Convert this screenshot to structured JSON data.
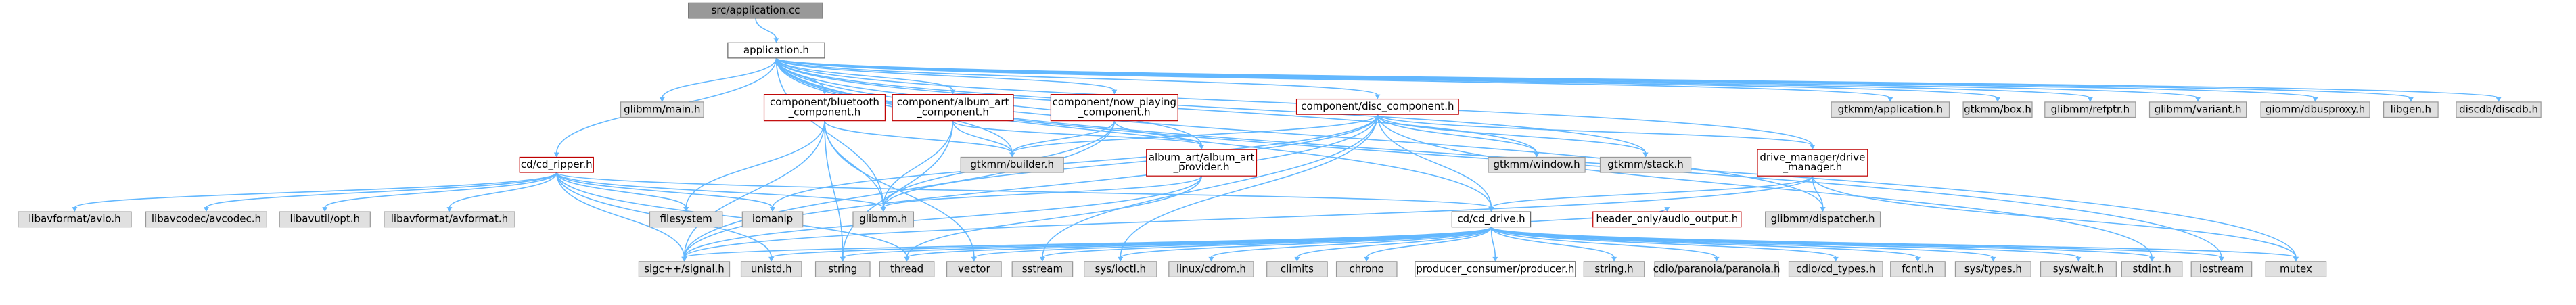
{
  "title_label": "src/application.cc",
  "colors": {
    "edge": "#63b8ff",
    "root_fill": "#999999",
    "local_fill": "#ffffff",
    "local_stroke": "#bf0000",
    "external_fill": "#e0e0e0",
    "external_stroke": "#999999",
    "plain_stroke": "#666666",
    "background": "#ffffff"
  },
  "nodes": [
    {
      "id": "root",
      "lines": [
        "src/application.cc"
      ],
      "kind": "root"
    },
    {
      "id": "app",
      "lines": [
        "application.h"
      ],
      "kind": "plain"
    },
    {
      "id": "glibmm_main",
      "lines": [
        "glibmm/main.h"
      ],
      "kind": "external"
    },
    {
      "id": "comp_bt",
      "lines": [
        "component/bluetooth",
        "_component.h"
      ],
      "kind": "local"
    },
    {
      "id": "comp_album",
      "lines": [
        "component/album_art",
        "_component.h"
      ],
      "kind": "local"
    },
    {
      "id": "comp_now",
      "lines": [
        "component/now_playing",
        "_component.h"
      ],
      "kind": "local"
    },
    {
      "id": "comp_disc",
      "lines": [
        "component/disc_component.h"
      ],
      "kind": "local"
    },
    {
      "id": "gtk_app",
      "lines": [
        "gtkmm/application.h"
      ],
      "kind": "external"
    },
    {
      "id": "gtk_box",
      "lines": [
        "gtkmm/box.h"
      ],
      "kind": "external"
    },
    {
      "id": "glib_refptr",
      "lines": [
        "glibmm/refptr.h"
      ],
      "kind": "external"
    },
    {
      "id": "glib_variant",
      "lines": [
        "glibmm/variant.h"
      ],
      "kind": "external"
    },
    {
      "id": "giomm_dbus",
      "lines": [
        "giomm/dbusproxy.h"
      ],
      "kind": "external"
    },
    {
      "id": "libgen",
      "lines": [
        "libgen.h"
      ],
      "kind": "external"
    },
    {
      "id": "discdb",
      "lines": [
        "discdb/discdb.h"
      ],
      "kind": "external"
    },
    {
      "id": "cd_ripper",
      "lines": [
        "cd/cd_ripper.h"
      ],
      "kind": "local"
    },
    {
      "id": "gtk_builder",
      "lines": [
        "gtkmm/builder.h"
      ],
      "kind": "external"
    },
    {
      "id": "album_provider",
      "lines": [
        "album_art/album_art",
        "_provider.h"
      ],
      "kind": "local"
    },
    {
      "id": "gtk_window",
      "lines": [
        "gtkmm/window.h"
      ],
      "kind": "external"
    },
    {
      "id": "gtk_stack",
      "lines": [
        "gtkmm/stack.h"
      ],
      "kind": "external"
    },
    {
      "id": "drive_mgr",
      "lines": [
        "drive_manager/drive",
        "_manager.h"
      ],
      "kind": "local"
    },
    {
      "id": "avio",
      "lines": [
        "libavformat/avio.h"
      ],
      "kind": "external"
    },
    {
      "id": "avcodec",
      "lines": [
        "libavcodec/avcodec.h"
      ],
      "kind": "external"
    },
    {
      "id": "avutil_opt",
      "lines": [
        "libavutil/opt.h"
      ],
      "kind": "external"
    },
    {
      "id": "avformat",
      "lines": [
        "libavformat/avformat.h"
      ],
      "kind": "external"
    },
    {
      "id": "filesystem",
      "lines": [
        "filesystem"
      ],
      "kind": "external"
    },
    {
      "id": "iomanip",
      "lines": [
        "iomanip"
      ],
      "kind": "external"
    },
    {
      "id": "glibmm",
      "lines": [
        "glibmm.h"
      ],
      "kind": "external"
    },
    {
      "id": "cd_drive",
      "lines": [
        "cd/cd_drive.h"
      ],
      "kind": "plain"
    },
    {
      "id": "audio_output",
      "lines": [
        "header_only/audio_output.h"
      ],
      "kind": "local"
    },
    {
      "id": "glib_dispatcher",
      "lines": [
        "glibmm/dispatcher.h"
      ],
      "kind": "external"
    },
    {
      "id": "sigc_signal",
      "lines": [
        "sigc++/signal.h"
      ],
      "kind": "external"
    },
    {
      "id": "unistd",
      "lines": [
        "unistd.h"
      ],
      "kind": "external"
    },
    {
      "id": "string",
      "lines": [
        "string"
      ],
      "kind": "external"
    },
    {
      "id": "thread",
      "lines": [
        "thread"
      ],
      "kind": "external"
    },
    {
      "id": "vector",
      "lines": [
        "vector"
      ],
      "kind": "external"
    },
    {
      "id": "sstream",
      "lines": [
        "sstream"
      ],
      "kind": "external"
    },
    {
      "id": "sys_ioctl",
      "lines": [
        "sys/ioctl.h"
      ],
      "kind": "external"
    },
    {
      "id": "linux_cdrom",
      "lines": [
        "linux/cdrom.h"
      ],
      "kind": "external"
    },
    {
      "id": "climits",
      "lines": [
        "climits"
      ],
      "kind": "external"
    },
    {
      "id": "chrono",
      "lines": [
        "chrono"
      ],
      "kind": "external"
    },
    {
      "id": "producer",
      "lines": [
        "producer_consumer/producer.h"
      ],
      "kind": "plain"
    },
    {
      "id": "string_h",
      "lines": [
        "string.h"
      ],
      "kind": "external"
    },
    {
      "id": "paranoia",
      "lines": [
        "cdio/paranoia/paranoia.h"
      ],
      "kind": "external"
    },
    {
      "id": "cd_types",
      "lines": [
        "cdio/cd_types.h"
      ],
      "kind": "external"
    },
    {
      "id": "fcntl",
      "lines": [
        "fcntl.h"
      ],
      "kind": "external"
    },
    {
      "id": "sys_types",
      "lines": [
        "sys/types.h"
      ],
      "kind": "external"
    },
    {
      "id": "sys_wait",
      "lines": [
        "sys/wait.h"
      ],
      "kind": "external"
    },
    {
      "id": "stdint",
      "lines": [
        "stdint.h"
      ],
      "kind": "external"
    },
    {
      "id": "iostream",
      "lines": [
        "iostream"
      ],
      "kind": "external"
    },
    {
      "id": "mutex",
      "lines": [
        "mutex"
      ],
      "kind": "external"
    }
  ],
  "edges": [
    [
      "root",
      "app"
    ],
    [
      "app",
      "glibmm_main"
    ],
    [
      "app",
      "comp_bt"
    ],
    [
      "app",
      "comp_album"
    ],
    [
      "app",
      "comp_now"
    ],
    [
      "app",
      "comp_disc"
    ],
    [
      "app",
      "gtk_app"
    ],
    [
      "app",
      "gtk_box"
    ],
    [
      "app",
      "glib_refptr"
    ],
    [
      "app",
      "glib_variant"
    ],
    [
      "app",
      "giomm_dbus"
    ],
    [
      "app",
      "libgen"
    ],
    [
      "app",
      "discdb"
    ],
    [
      "app",
      "cd_ripper"
    ],
    [
      "app",
      "gtk_builder"
    ],
    [
      "app",
      "album_provider"
    ],
    [
      "app",
      "gtk_window"
    ],
    [
      "app",
      "gtk_stack"
    ],
    [
      "app",
      "drive_mgr"
    ],
    [
      "app",
      "glibmm"
    ],
    [
      "app",
      "cd_drive"
    ],
    [
      "app",
      "glib_dispatcher"
    ],
    [
      "app",
      "mutex"
    ],
    [
      "app",
      "iostream"
    ],
    [
      "comp_bt",
      "gtk_builder"
    ],
    [
      "comp_bt",
      "glibmm"
    ],
    [
      "comp_bt",
      "filesystem"
    ],
    [
      "comp_bt",
      "string"
    ],
    [
      "comp_bt",
      "sigc_signal"
    ],
    [
      "comp_bt",
      "vector"
    ],
    [
      "comp_album",
      "gtk_builder"
    ],
    [
      "comp_album",
      "album_provider"
    ],
    [
      "comp_album",
      "glibmm"
    ],
    [
      "comp_album",
      "string"
    ],
    [
      "comp_now",
      "gtk_builder"
    ],
    [
      "comp_now",
      "album_provider"
    ],
    [
      "comp_now",
      "glibmm"
    ],
    [
      "comp_now",
      "sigc_signal"
    ],
    [
      "comp_disc",
      "gtk_builder"
    ],
    [
      "comp_disc",
      "gtk_window"
    ],
    [
      "comp_disc",
      "gtk_stack"
    ],
    [
      "comp_disc",
      "drive_mgr"
    ],
    [
      "comp_disc",
      "iomanip"
    ],
    [
      "comp_disc",
      "glibmm"
    ],
    [
      "comp_disc",
      "cd_drive"
    ],
    [
      "comp_disc",
      "sigc_signal"
    ],
    [
      "comp_disc",
      "sstream"
    ],
    [
      "comp_disc",
      "sys_ioctl"
    ],
    [
      "comp_disc",
      "stdint"
    ],
    [
      "album_provider",
      "glibmm"
    ],
    [
      "album_provider",
      "sigc_signal"
    ],
    [
      "album_provider",
      "thread"
    ],
    [
      "cd_ripper",
      "avio"
    ],
    [
      "cd_ripper",
      "avcodec"
    ],
    [
      "cd_ripper",
      "avutil_opt"
    ],
    [
      "cd_ripper",
      "avformat"
    ],
    [
      "cd_ripper",
      "filesystem"
    ],
    [
      "cd_ripper",
      "iomanip"
    ],
    [
      "cd_ripper",
      "glibmm"
    ],
    [
      "cd_ripper",
      "cd_drive"
    ],
    [
      "cd_ripper",
      "sigc_signal"
    ],
    [
      "cd_ripper",
      "unistd"
    ],
    [
      "cd_ripper",
      "thread"
    ],
    [
      "drive_mgr",
      "cd_drive"
    ],
    [
      "drive_mgr",
      "glib_dispatcher"
    ],
    [
      "drive_mgr",
      "sigc_signal"
    ],
    [
      "drive_mgr",
      "mutex"
    ],
    [
      "cd_drive",
      "audio_output"
    ],
    [
      "cd_drive",
      "sigc_signal"
    ],
    [
      "cd_drive",
      "unistd"
    ],
    [
      "cd_drive",
      "string"
    ],
    [
      "cd_drive",
      "thread"
    ],
    [
      "cd_drive",
      "vector"
    ],
    [
      "cd_drive",
      "sstream"
    ],
    [
      "cd_drive",
      "sys_ioctl"
    ],
    [
      "cd_drive",
      "linux_cdrom"
    ],
    [
      "cd_drive",
      "climits"
    ],
    [
      "cd_drive",
      "chrono"
    ],
    [
      "cd_drive",
      "producer"
    ],
    [
      "cd_drive",
      "string_h"
    ],
    [
      "cd_drive",
      "paranoia"
    ],
    [
      "cd_drive",
      "cd_types"
    ],
    [
      "cd_drive",
      "fcntl"
    ],
    [
      "cd_drive",
      "sys_types"
    ],
    [
      "cd_drive",
      "sys_wait"
    ],
    [
      "cd_drive",
      "stdint"
    ],
    [
      "cd_drive",
      "iostream"
    ],
    [
      "cd_drive",
      "mutex"
    ]
  ]
}
